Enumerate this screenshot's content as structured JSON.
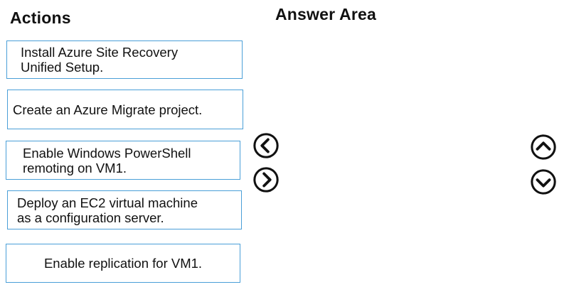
{
  "actions_panel": {
    "heading": "Actions",
    "items": [
      {
        "line1": "Install Azure Site Recovery",
        "line2": "Unified Setup."
      },
      {
        "line1": "Create an Azure Migrate project.",
        "line2": ""
      },
      {
        "line1": "Enable Windows PowerShell",
        "line2": "remoting on VM1."
      },
      {
        "line1": "Deploy an EC2 virtual machine",
        "line2": "as a configuration server."
      },
      {
        "line1": "Enable replication for VM1.",
        "line2": ""
      }
    ]
  },
  "answer_panel": {
    "heading": "Answer Area"
  },
  "controls": {
    "move_left_icon": "chevron-left-circle-icon",
    "move_right_icon": "chevron-right-circle-icon",
    "move_up_icon": "chevron-up-circle-icon",
    "move_down_icon": "chevron-down-circle-icon"
  },
  "colors": {
    "box_border": "#4a9fd8",
    "text": "#111111",
    "icon": "#111111"
  }
}
